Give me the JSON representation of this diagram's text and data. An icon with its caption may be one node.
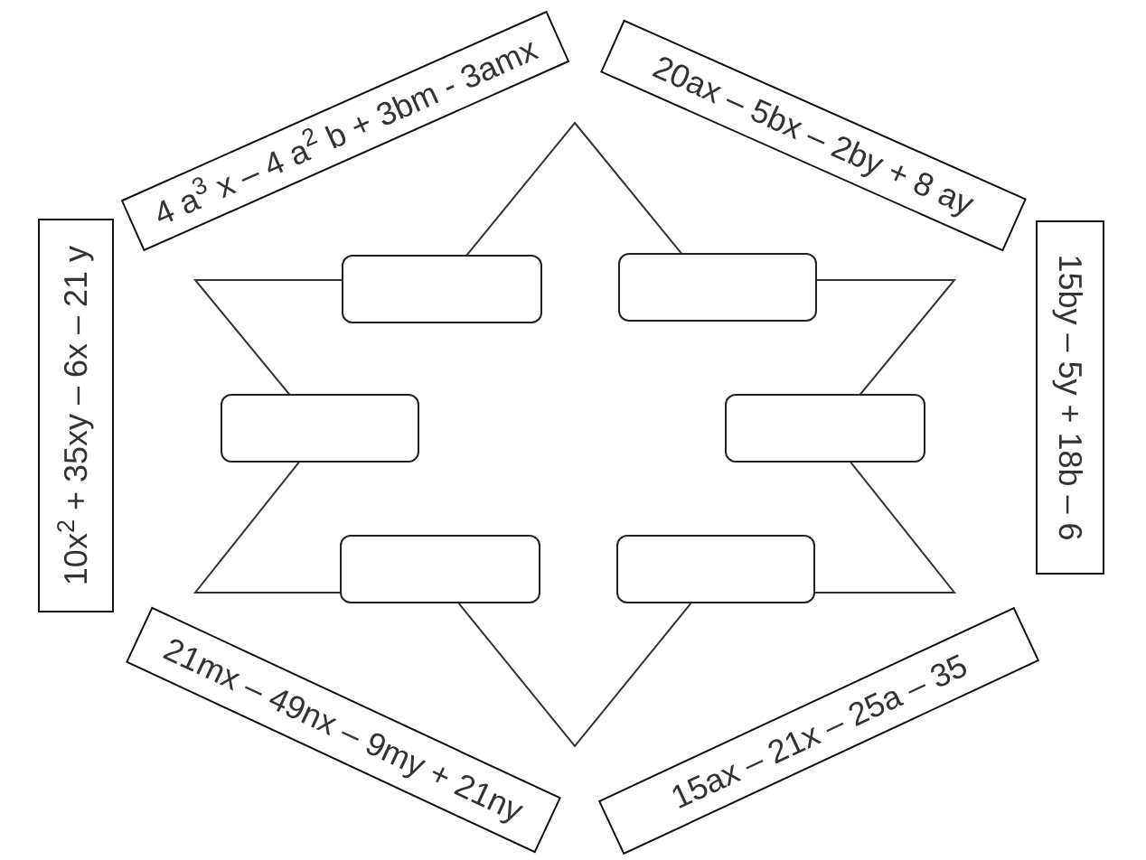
{
  "diagram": {
    "nodes": [
      {
        "text": [
          "4 a$^{3}$ x – 4 a$^{2}$ b + 3bm - 3amx"
        ]
      },
      {
        "text": [
          "20ax – 5bx – 2by + 8 ay"
        ]
      },
      {
        "text": [
          "10x$^{2}$ + 35xy – 6x – 21 y"
        ]
      },
      {
        "text": [
          "15by – 5y + 18b – 6"
        ]
      },
      {
        "text": [
          "21mx – 49nx – 9my + 21ny"
        ]
      },
      {
        "text": [
          "15ax – 21x – 25a – 35"
        ]
      },
      {
        "text": [],
        "shape": "box"
      },
      {
        "text": [],
        "shape": "box"
      },
      {
        "text": [],
        "shape": "box"
      },
      {
        "text": [],
        "shape": "box"
      },
      {
        "text": [],
        "shape": "box"
      },
      {
        "text": [],
        "shape": "box"
      }
    ]
  }
}
